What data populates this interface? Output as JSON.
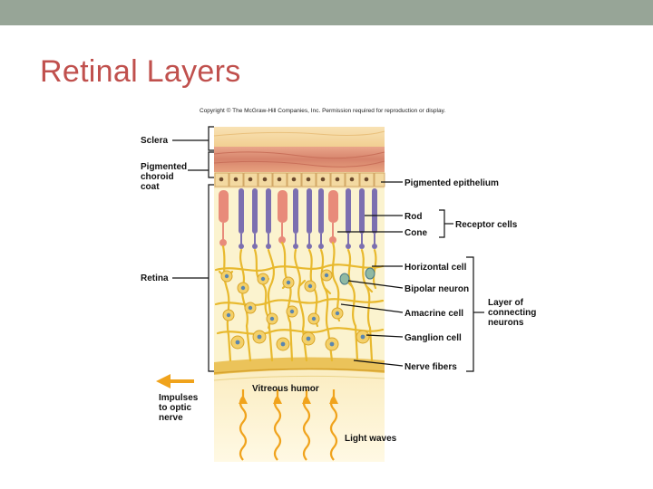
{
  "slide": {
    "title": "Retinal Layers",
    "copyright": "Copyright © The McGraw-Hill Companies, Inc. Permission required for reproduction or display."
  },
  "labels_left": {
    "sclera": "Sclera",
    "pigmented_choroid_coat": [
      "Pigmented",
      "choroid",
      "coat"
    ],
    "retina": "Retina",
    "impulses": [
      "Impulses",
      "to optic",
      "nerve"
    ]
  },
  "labels_right": {
    "pigmented_epithelium": "Pigmented epithelium",
    "rod": "Rod",
    "cone": "Cone",
    "receptor_cells": "Receptor cells",
    "horizontal_cell": "Horizontal cell",
    "bipolar_neuron": "Bipolar neuron",
    "amacrine_cell": "Amacrine cell",
    "ganglion_cell": "Ganglion cell",
    "nerve_fibers": "Nerve fibers",
    "layer_connecting": [
      "Layer of",
      "connecting",
      "neurons"
    ]
  },
  "labels_bottom": {
    "vitreous_humor": "Vitreous humor",
    "light_waves": "Light waves"
  },
  "colors": {
    "topbar": "#97a597",
    "title": "#c0504d",
    "sclera": "#f6d9a8",
    "choroid": "#d98b74",
    "retina_bg": "#fbf3cf",
    "rod": "#7c6fb0",
    "cone": "#e88b7a",
    "neuron": "#f1c94c",
    "arrow": "#f0a31c"
  }
}
